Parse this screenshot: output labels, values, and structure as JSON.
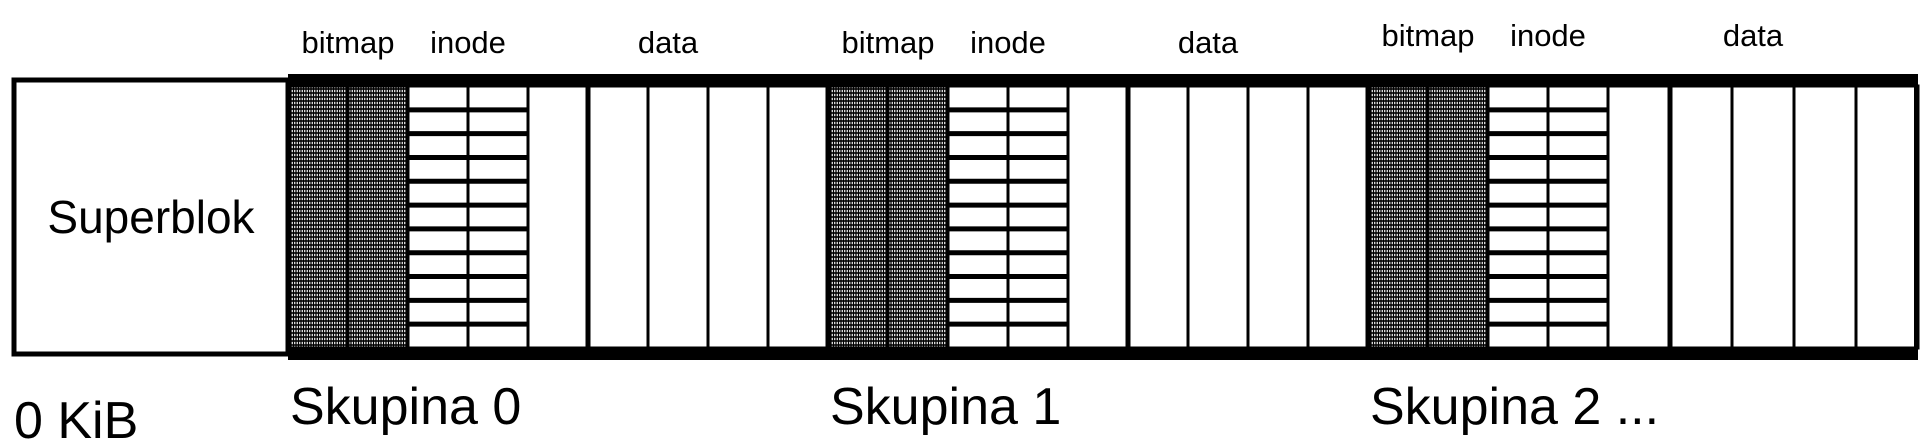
{
  "superblock": {
    "label": "Superblok",
    "offset_label": "0 KiB"
  },
  "section_labels": {
    "bitmap": "bitmap",
    "inode": "inode",
    "data": "data"
  },
  "groups": [
    {
      "label": "Skupina 0"
    },
    {
      "label": "Skupina 1"
    },
    {
      "label": "Skupina 2 ..."
    }
  ],
  "colors": {
    "stroke": "#000000",
    "hatch": "#000000",
    "background": "#ffffff"
  }
}
